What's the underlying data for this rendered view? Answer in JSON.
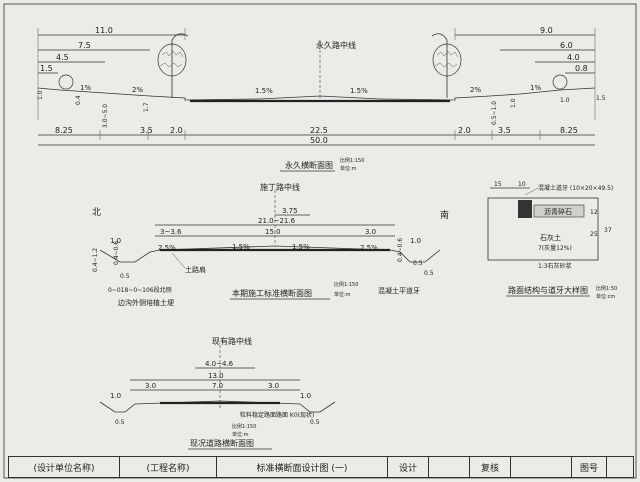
{
  "top_section": {
    "center_label": "永久路中线",
    "title": "永久横断面图",
    "scale": "比例1:150",
    "unit": "单位:m",
    "left_dims": [
      "11.0",
      "7.5",
      "4.5",
      "1.5"
    ],
    "right_dims": [
      "9.0",
      "6.0",
      "4.0",
      "0.8"
    ],
    "slopes": [
      "2%",
      "1%",
      "1.5%",
      "1.5%",
      "2%",
      "1%"
    ],
    "left_heights": [
      "1.0",
      "0.4",
      "3.0~5.0",
      "1.7"
    ],
    "right_heights": [
      "0.5~1.0",
      "1.0",
      "1.0",
      "1.5"
    ],
    "bottom_dims": [
      "8.25",
      "3.5",
      "2.0",
      "22.5",
      "2.0",
      "3.5",
      "8.25"
    ],
    "total": "50.0"
  },
  "mid_left": {
    "north": "北",
    "south": "南",
    "center_label": "施丁路中线",
    "width_range": "21.0~21.6",
    "half_dim": "3.75",
    "subdims": [
      "3~3.6",
      "15.0",
      "3.0"
    ],
    "side_dims": [
      "1.0",
      "1.0"
    ],
    "slopes": [
      "2.5%",
      "1.5%",
      "1.5%",
      "2.5%"
    ],
    "left_heights": [
      "0.4~1.2",
      "0.4~0.6"
    ],
    "right_heights": [
      "0.4~0.6",
      "0.5"
    ],
    "small_dims": [
      "0.5",
      "0.5"
    ],
    "label_shoulder": "土路肩",
    "label_ditch": "边沟外侧培植土埂",
    "label_ditch_spec": "0~018~0~106段北侧",
    "label_curb": "混凝土平道牙",
    "title": "本期施工标准横断面图",
    "scale": "比例1:150",
    "unit": "单位:m"
  },
  "detail": {
    "dims_top": [
      "15",
      "10"
    ],
    "curb_label": "混凝土道牙 (10×20×49.5)",
    "layer1": "沥青碎石",
    "layer2": "石灰土",
    "layer2b": "7(灰量12%)",
    "layer3": "1:3石灰砂浆",
    "height_dims": [
      "12",
      "25",
      "37"
    ],
    "title": "路面结构与道牙大样图",
    "scale": "比例1:50",
    "unit": "单位:cm"
  },
  "bottom_section": {
    "center_label": "现有路中线",
    "range": "4.0~4.6",
    "total": "13.0",
    "subdims": [
      "3.0",
      "7.0",
      "3.0"
    ],
    "side": [
      "1.0",
      "1.0"
    ],
    "small": [
      "0.5",
      "0.5"
    ],
    "label_pave": "粒料稳定路面路面 K0(现状)",
    "title": "现况道路横断面图",
    "scale": "比例1:150",
    "unit": "单位:m"
  },
  "titleblock": {
    "design_unit": "(设计单位名称)",
    "project_name": "(工程名称)",
    "drawing_name": "标准横断面设计图 (一)",
    "design": "设计",
    "review": "复核",
    "drawing_no": "图号"
  }
}
